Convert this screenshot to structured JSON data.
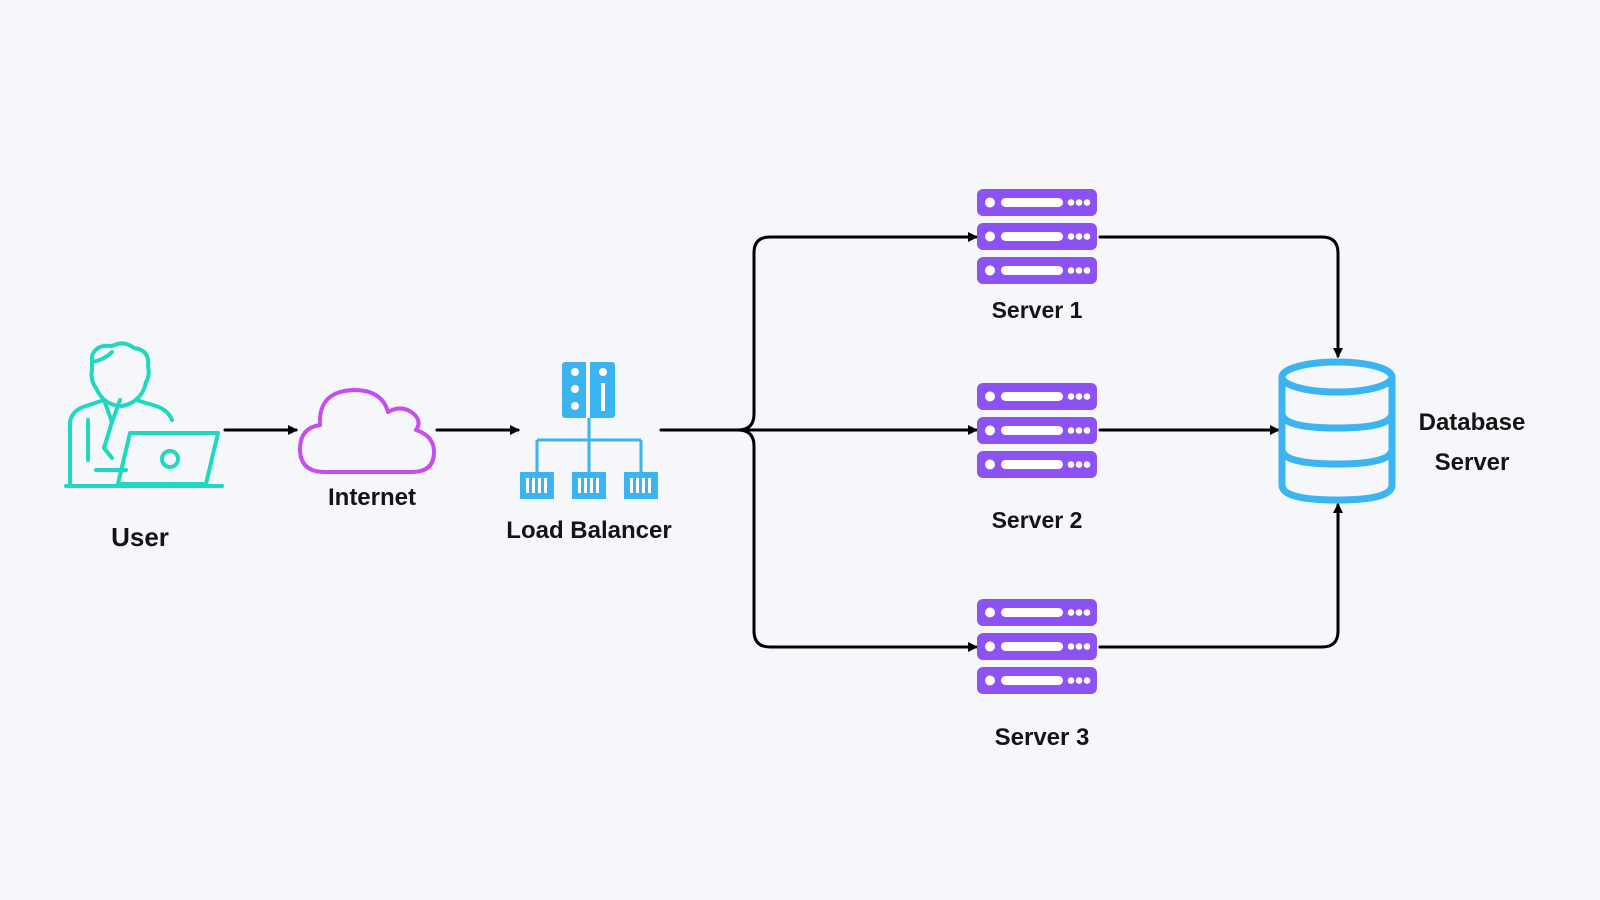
{
  "diagram": {
    "nodes": {
      "user": {
        "label": "User",
        "icon": "user-laptop-icon",
        "color": "#1fd8be"
      },
      "internet": {
        "label": "Internet",
        "icon": "cloud-icon",
        "color": "#c64df0"
      },
      "load_balancer": {
        "label": "Load Balancer",
        "icon": "load-balancer-icon",
        "color": "#3cb4f2"
      },
      "servers": [
        {
          "label": "Server 1",
          "icon": "server-rack-icon"
        },
        {
          "label": "Server 2",
          "icon": "server-rack-icon"
        },
        {
          "label": "Server 3",
          "icon": "server-rack-icon"
        }
      ],
      "server_color": "#8c52f3",
      "database": {
        "label_line1": "Database",
        "label_line2": "Server",
        "icon": "database-icon",
        "color": "#3cb4f2"
      }
    },
    "connections": [
      {
        "from": "User",
        "to": "Internet"
      },
      {
        "from": "Internet",
        "to": "Load Balancer"
      },
      {
        "from": "Load Balancer",
        "to": "Server 1"
      },
      {
        "from": "Load Balancer",
        "to": "Server 2"
      },
      {
        "from": "Load Balancer",
        "to": "Server 3"
      },
      {
        "from": "Server 1",
        "to": "Database Server"
      },
      {
        "from": "Server 2",
        "to": "Database Server"
      },
      {
        "from": "Server 3",
        "to": "Database Server"
      }
    ],
    "arrow_color": "#000000"
  }
}
